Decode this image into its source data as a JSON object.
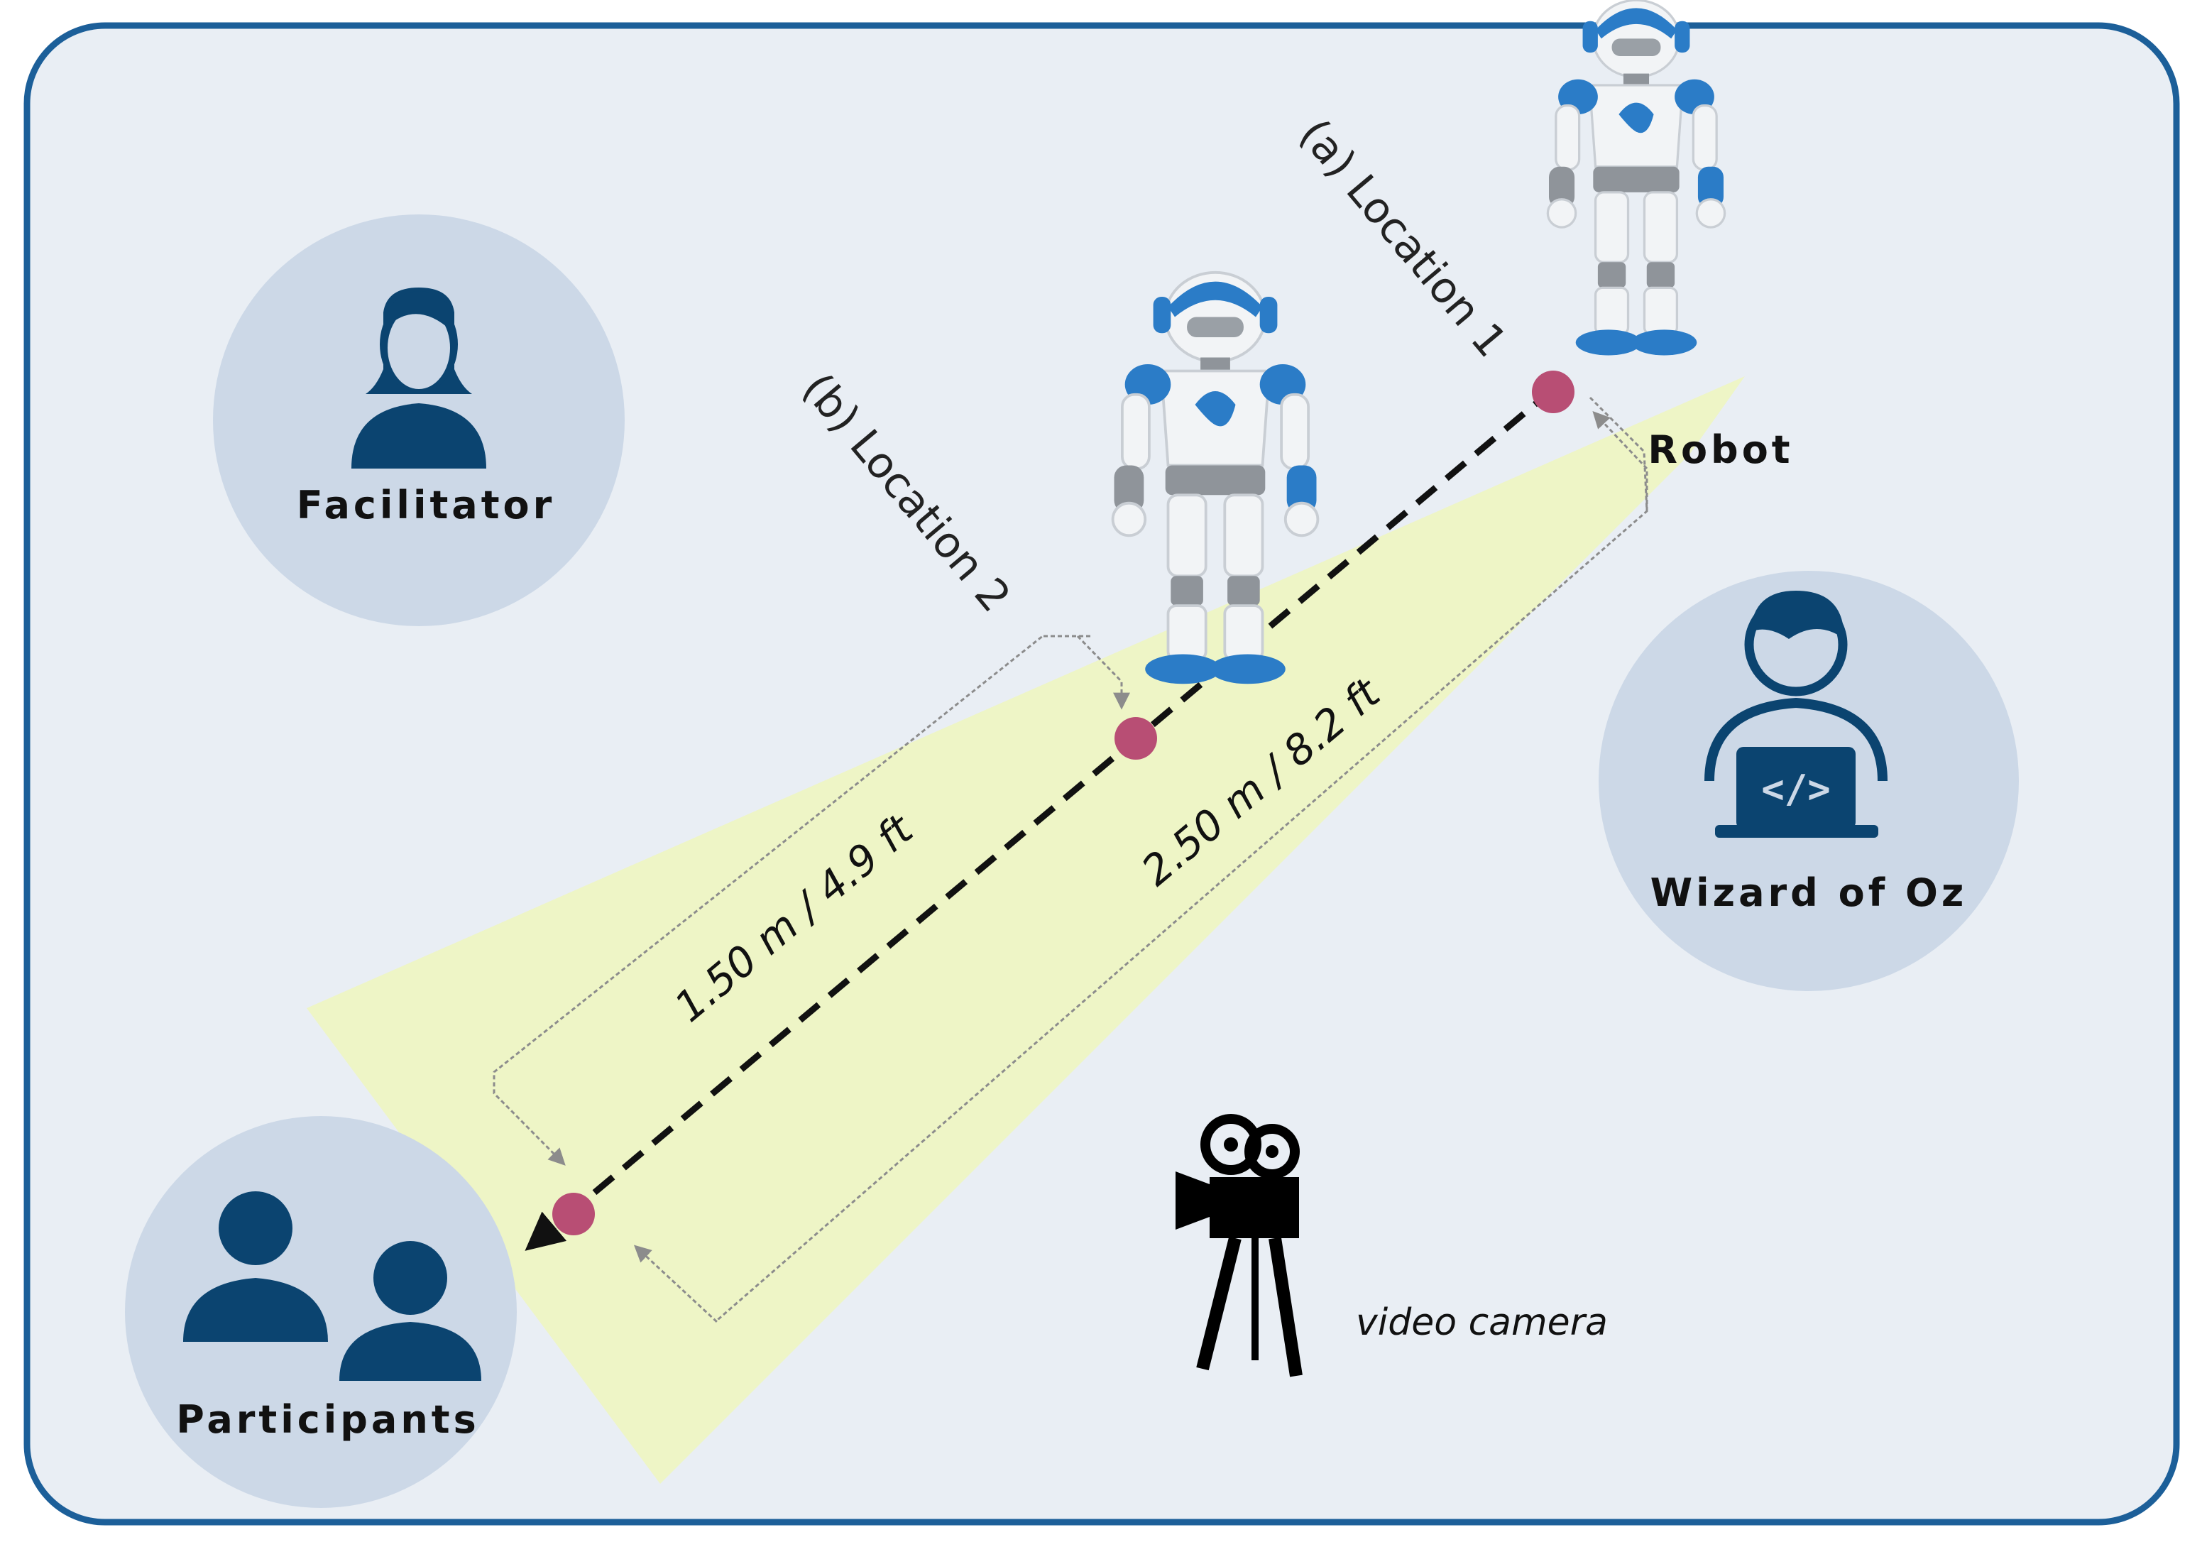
{
  "labels": {
    "facilitator": "Facilitator",
    "participants": "Participants",
    "wizard": "Wizard of Oz",
    "robot": "Robot",
    "location1": "(a) Location 1",
    "location2": "(b) Location 2",
    "distance_short": "1.50 m / 4.9 ft",
    "distance_long": "2.50 m / 8.2 ft",
    "camera": "video camera",
    "code_glyph": "</>"
  },
  "colors": {
    "frame_border": "#1c5f99",
    "background": "#e9eef4",
    "role_circle": "#ccd8e7",
    "role_icon": "#0b4470",
    "floor_zone": "#eef5c6",
    "marker": "#b84e74",
    "dashed_line": "#111111",
    "guide_line": "#8c8c8c",
    "robot_blue": "#2b7cc7",
    "robot_white": "#f2f4f6",
    "robot_grey": "#8f949a"
  },
  "icons": {
    "facilitator": "woman-user-icon",
    "participants": "group-users-icon",
    "wizard": "laptop-user-icon",
    "camera": "video-camera-icon",
    "robot": "humanoid-robot-icon"
  }
}
